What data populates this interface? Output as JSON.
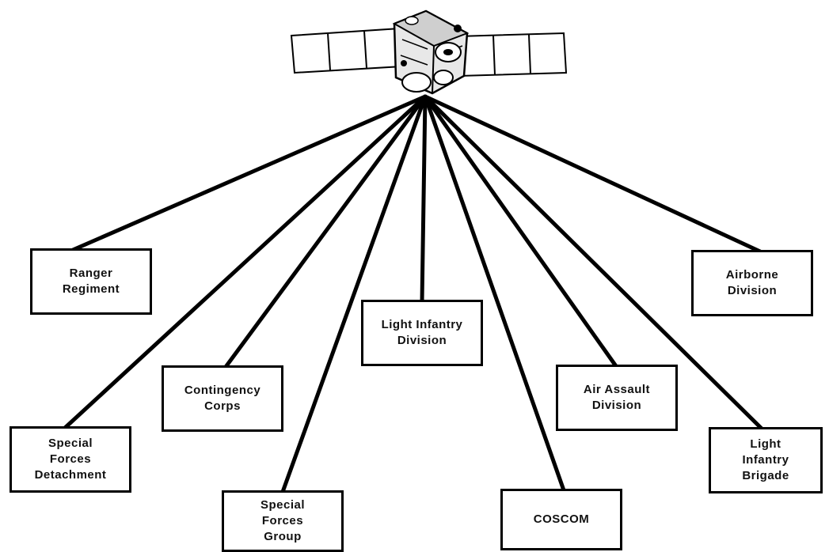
{
  "diagram": {
    "colors": {
      "line": "#000000",
      "box_border": "#000000",
      "background": "#ffffff"
    },
    "hub": {
      "name": "satellite"
    },
    "units": [
      {
        "id": "ranger-regiment",
        "label": "Ranger\nRegiment"
      },
      {
        "id": "special-forces-detachment",
        "label": "Special\nForces\nDetachment"
      },
      {
        "id": "contingency-corps",
        "label": "Contingency\nCorps"
      },
      {
        "id": "special-forces-group",
        "label": "Special\nForces\nGroup"
      },
      {
        "id": "light-infantry-division",
        "label": "Light Infantry\nDivision"
      },
      {
        "id": "coscom",
        "label": "COSCOM"
      },
      {
        "id": "air-assault-division",
        "label": "Air Assault\nDivision"
      },
      {
        "id": "light-infantry-brigade",
        "label": "Light\nInfantry\nBrigade"
      },
      {
        "id": "airborne-division",
        "label": "Airborne\nDivision"
      }
    ]
  }
}
